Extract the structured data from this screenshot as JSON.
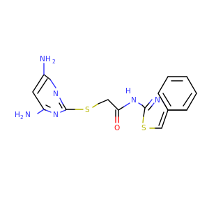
{
  "colors": {
    "carbon": "#000000",
    "nitrogen": "#3333ff",
    "oxygen": "#ff0d0d",
    "sulfur": "#b8b800",
    "background": "#ffffff"
  },
  "atoms": {
    "amine_top": {
      "main": "NH",
      "sub": "2"
    },
    "amine_left": {
      "main": "H",
      "sub": "2",
      "tail": "N"
    },
    "pyrimidine_n_top": "N",
    "pyrimidine_n_bottom": "N",
    "thioether_s": "S",
    "carbonyl_o": "O",
    "amide_nh": "NH",
    "amide_nh_label": "N",
    "amide_h_label": "H",
    "thiazole_n": "N",
    "thiazole_s": "S"
  }
}
